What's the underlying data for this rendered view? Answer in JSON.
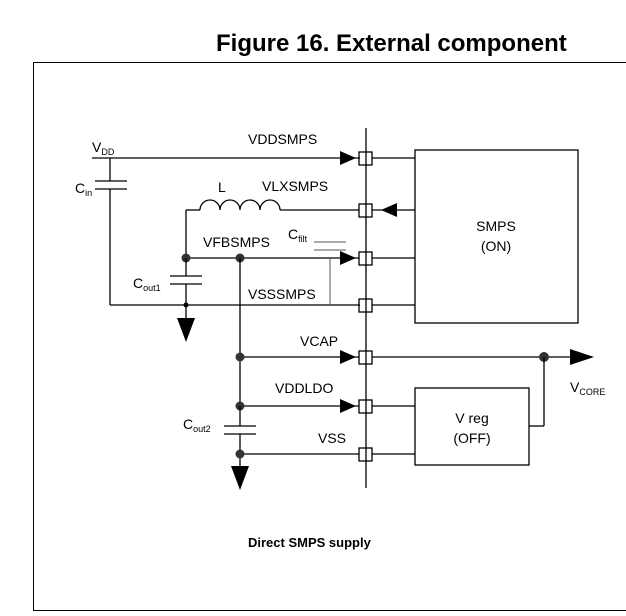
{
  "figure_title": "Figure 16. External component",
  "pins": {
    "vddsmps": "VDDSMPS",
    "vlxsmps": "VLXSMPS",
    "vfbsmps": "VFBSMPS",
    "vsssmps": "VSSSMPS",
    "vcap": "VCAP",
    "vddldo": "VDDLDO",
    "vss": "VSS"
  },
  "components": {
    "vdd": {
      "main": "V",
      "sub": "DD"
    },
    "cin": {
      "main": "C",
      "sub": "in"
    },
    "inductor": "L",
    "cfilt": {
      "main": "C",
      "sub": "filt"
    },
    "cout1": {
      "main": "C",
      "sub": "out1"
    },
    "cout2": {
      "main": "C",
      "sub": "out2"
    },
    "vcore": {
      "main": "V",
      "sub": "CORE"
    }
  },
  "blocks": {
    "smps": {
      "line1": "SMPS",
      "line2": "(ON)"
    },
    "vreg": {
      "line1": "V reg",
      "line2": "(OFF)"
    }
  },
  "caption": "Direct SMPS supply"
}
